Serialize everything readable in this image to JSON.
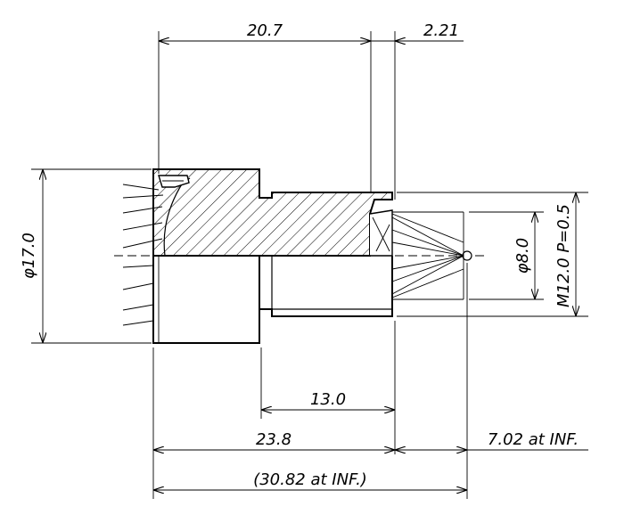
{
  "dimensions": {
    "top_length": "20.7",
    "top_right": "2.21",
    "body_diameter": "φ17.0",
    "aperture_diameter": "φ8.0",
    "thread": "M12.0  P=0.5",
    "mount_length": "13.0",
    "overall_length": "23.8",
    "back_focus": "7.02  at  INF.",
    "total_length": "(30.82  at  INF.)"
  }
}
